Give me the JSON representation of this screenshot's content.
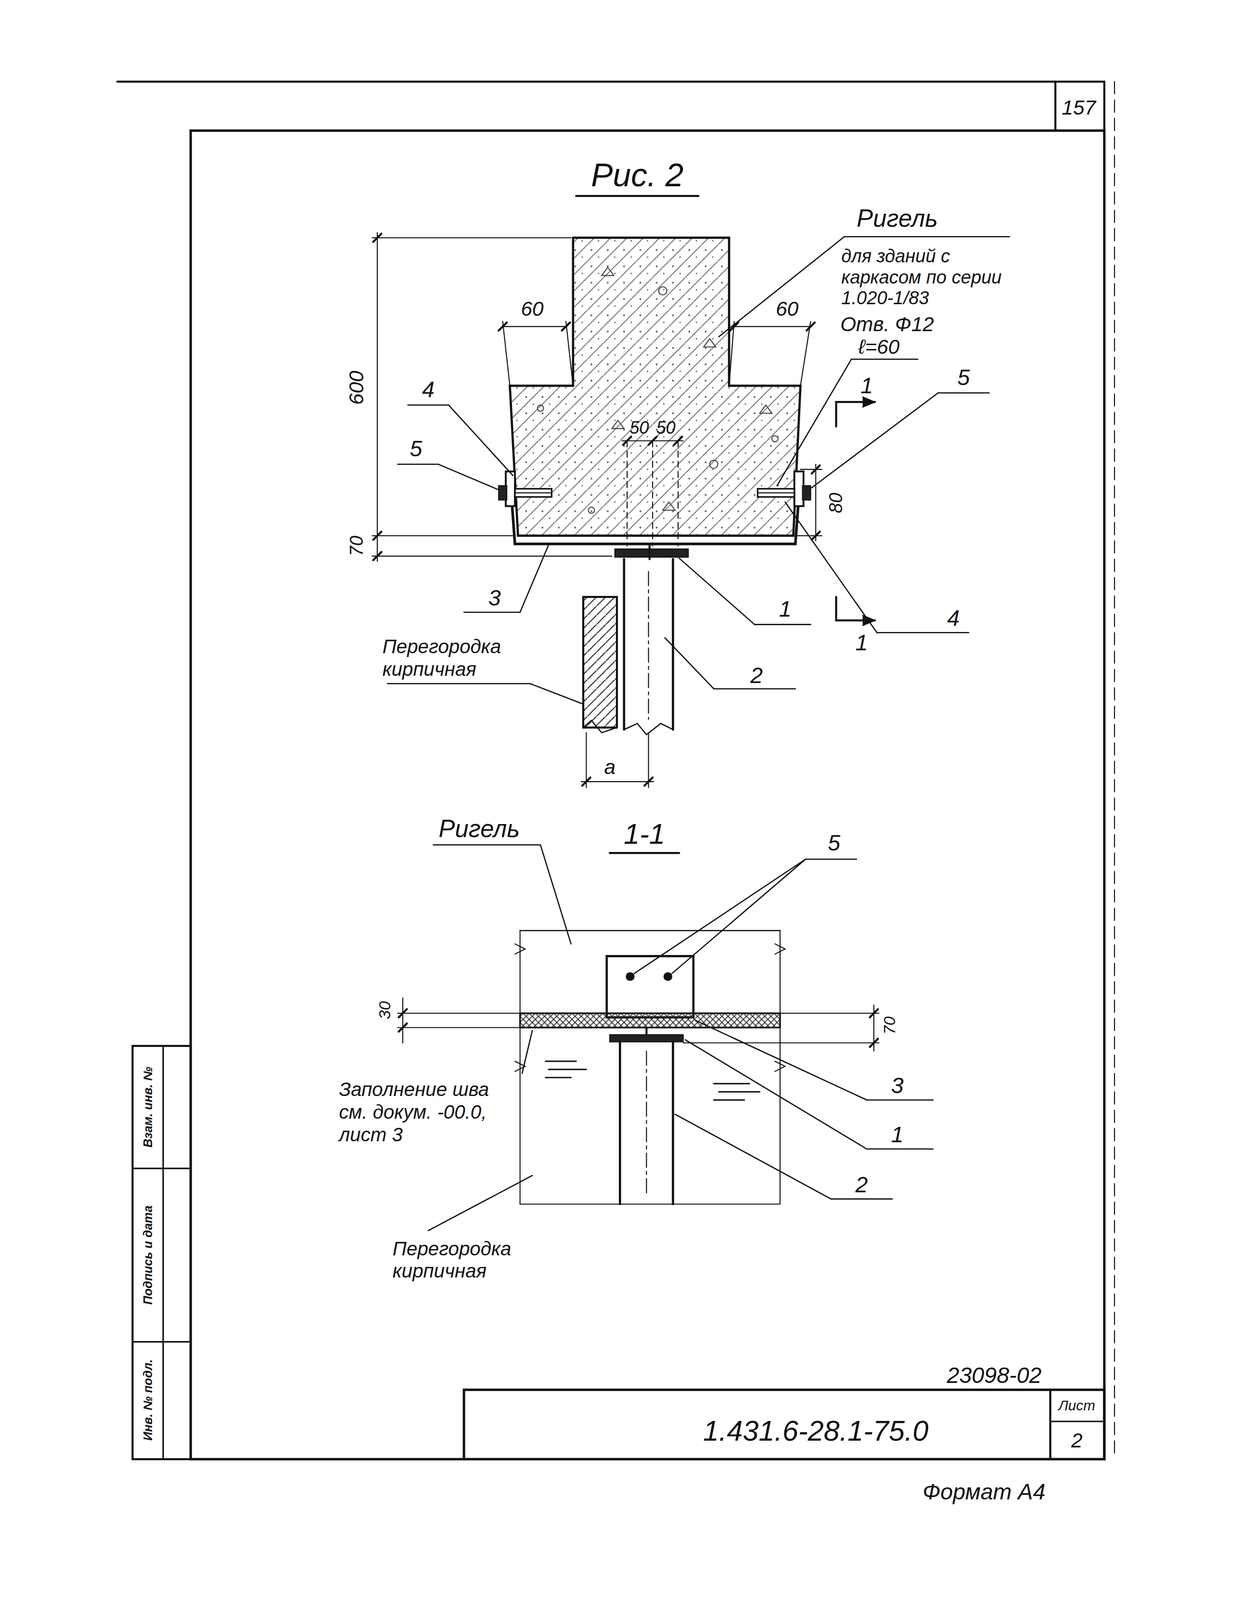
{
  "diagram": {
    "title": "Рис. 2",
    "labels": [
      "Ригель",
      "для зданий с каркасом по серии 1.020-1/83",
      "60",
      "60",
      "Отв. Ф12",
      "ℓ=60",
      "600",
      "4",
      "5",
      "50",
      "50",
      "5",
      "80",
      "70",
      "3",
      "1",
      "1",
      "1",
      "4",
      "Перегородка кирпичная",
      "2",
      "a",
      "Ригель",
      "1-1",
      "5",
      "30",
      "70",
      "Заполнение шва см. докум. -00.0, лист 3",
      "3",
      "1",
      "2",
      "Перегородка кирпичная",
      "157",
      "23098-02",
      "1.431.6-28.1-75.0",
      "Лист",
      "2",
      "Формат А4",
      "Инв. № подл.",
      "Подпись и дата",
      "Взам. инв. №"
    ]
  }
}
